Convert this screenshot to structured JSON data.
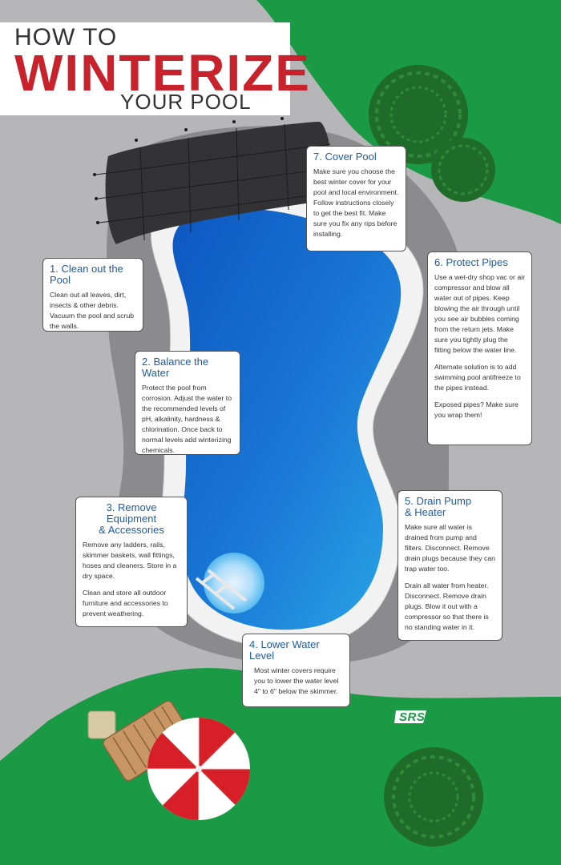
{
  "title": {
    "line1": "HOW TO",
    "line2": "WINTERIZE",
    "line3": "YOUR POOL"
  },
  "steps": {
    "clean": {
      "title": "1. Clean out the Pool",
      "body": "Clean out all leaves, dirt, insects & other debris. Vacuum the pool and scrub the walls."
    },
    "balance": {
      "title": "2. Balance the Water",
      "body": "Protect the pool from corrosion.  Adjust the water to the recommended levels of pH, alkalinity, hardness & chlorination. Once back to normal levels add winterizing chemicals."
    },
    "equipment": {
      "title": "3. Remove Equipment\n& Accessories",
      "body1": "Remove any ladders, rails, skimmer baskets, wall fittings, hoses and cleaners. Store in a dry space.",
      "body2": "Clean and store all outdoor furniture and accessories to prevent weathering."
    },
    "water_level": {
      "title": "4. Lower Water Level",
      "body": "Most winter covers require you to lower the water level 4\" to 6\" below the skimmer."
    },
    "drain": {
      "title": "5. Drain Pump\n& Heater",
      "body1": "Make sure all water is drained from pump and filters. Disconnect. Remove drain plugs because they can trap water too.",
      "body2": "Drain all water from heater. Disconnect. Remove drain plugs. Blow it out with a compressor so that there is no standing water in it."
    },
    "pipes": {
      "title": "6. Protect Pipes",
      "body1": "Use a wet-dry shop vac or air compressor and blow all water out of pipes. Keep blowing the air through until you see air bubbles coming from the return jets. Make sure you tightly plug the fitting below the water line.",
      "body2": "Alternate solution is to add swimming pool antifreeze to the pipes instead.",
      "body3": "Exposed pipes? Make sure you wrap them!"
    },
    "cover": {
      "title": "7. Cover Pool",
      "body": "Make sure you choose the best winter cover for your pool and local environment. Follow instructions closely to get the best fit. Make sure you fix any rips before installing."
    }
  },
  "logo": {
    "text": "SRSmith"
  },
  "colors": {
    "grass": "#1a9a45",
    "path": "#b6b6b8",
    "deck": "#8a8a8c",
    "water": "#1a73cf",
    "title_red": "#c8232c",
    "card_title_blue": "#1e5ba8",
    "umbrella_red": "#d61f26"
  },
  "icons": [
    "pool-cover",
    "pool-ladder",
    "umbrella",
    "lounge-chair",
    "side-table",
    "tree",
    "logo-mark"
  ]
}
